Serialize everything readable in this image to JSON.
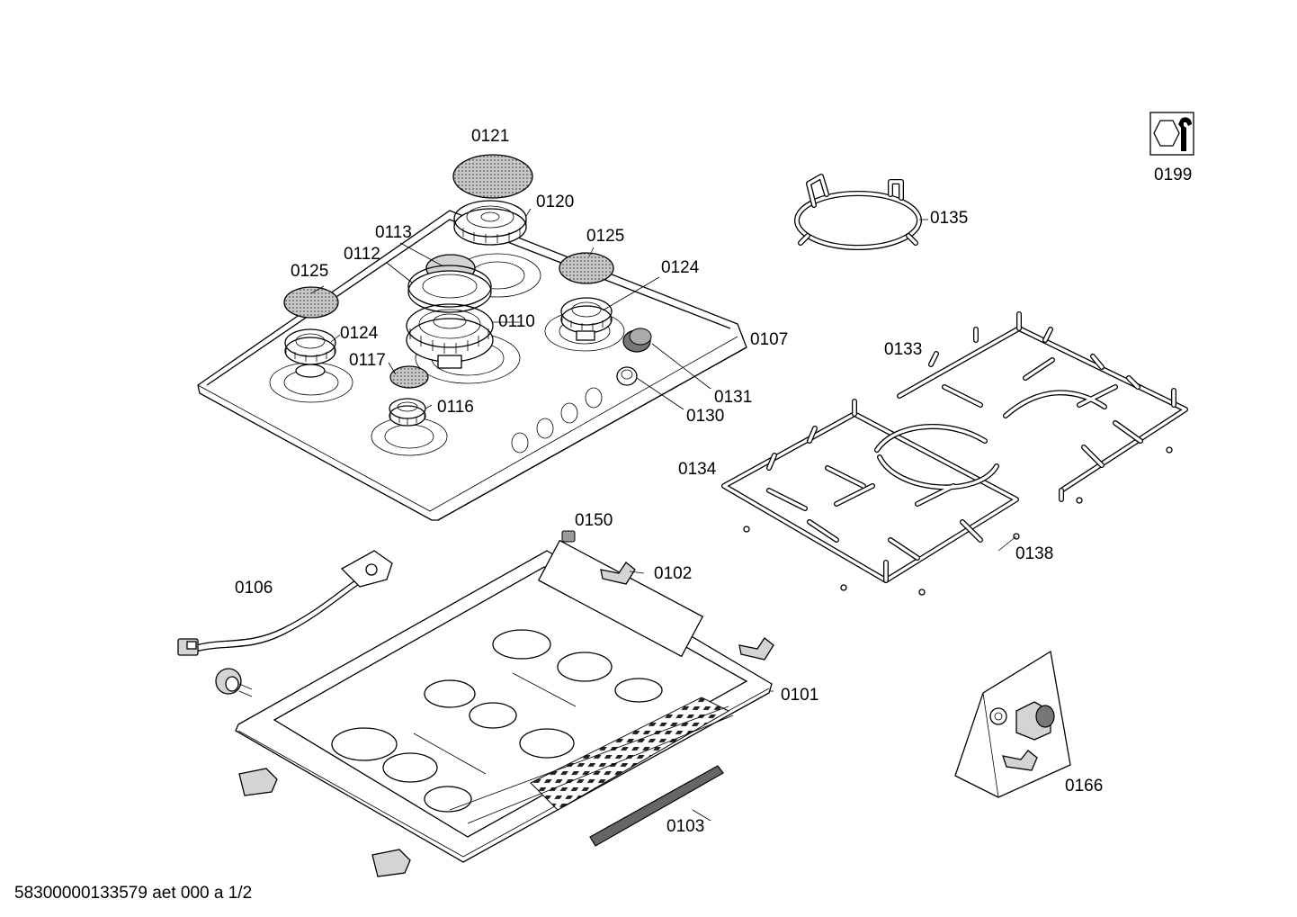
{
  "labels": {
    "p0101": "0101",
    "p0102": "0102",
    "p0103": "0103",
    "p0106": "0106",
    "p0107": "0107",
    "p0110": "0110",
    "p0112": "0112",
    "p0113": "0113",
    "p0116": "0116",
    "p0117": "0117",
    "p0120": "0120",
    "p0121": "0121",
    "p0124a": "0124",
    "p0124b": "0124",
    "p0125a": "0125",
    "p0125b": "0125",
    "p0130": "0130",
    "p0131": "0131",
    "p0133": "0133",
    "p0134": "0134",
    "p0135": "0135",
    "p0138": "0138",
    "p0150": "0150",
    "p0166": "0166",
    "p0199": "0199"
  },
  "footer": {
    "document_id": "58300000133579 aet 000 a 1/2"
  },
  "icons": {
    "service_tool": "wrench-nut-icon"
  }
}
